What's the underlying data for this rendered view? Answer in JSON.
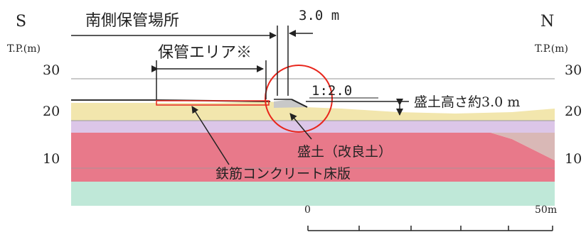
{
  "colors": {
    "sky_gridline": "#b8b8b8",
    "layer_tan": "#f2e6ad",
    "layer_lilac": "#dcc6e8",
    "layer_red": "#e8798a",
    "layer_pink_brown": "#d9b8b6",
    "layer_mint": "#bfe8d8",
    "embankment": "#c8c8c8",
    "annotation_red": "#e8261c",
    "ink": "#222222"
  },
  "header": {
    "left_side": "S",
    "right_side": "N",
    "left_unit": "T.P.(m)",
    "right_unit": "T.P.(m)"
  },
  "axis": {
    "left_ticks": [
      "30",
      "20",
      "10"
    ],
    "right_ticks": [
      "30",
      "20",
      "10"
    ]
  },
  "annotations": {
    "south_storage": "南側保管場所",
    "storage_area": "保管エリア※",
    "gap_width": "3.0 m",
    "slope": "1:2.0",
    "fill_height": "盛土高さ約3.0 m",
    "fill_label": "盛土（改良土）",
    "slab_label": "鉄筋コンクリート床版"
  },
  "scale_bar": {
    "start": "0",
    "end": "50m"
  }
}
